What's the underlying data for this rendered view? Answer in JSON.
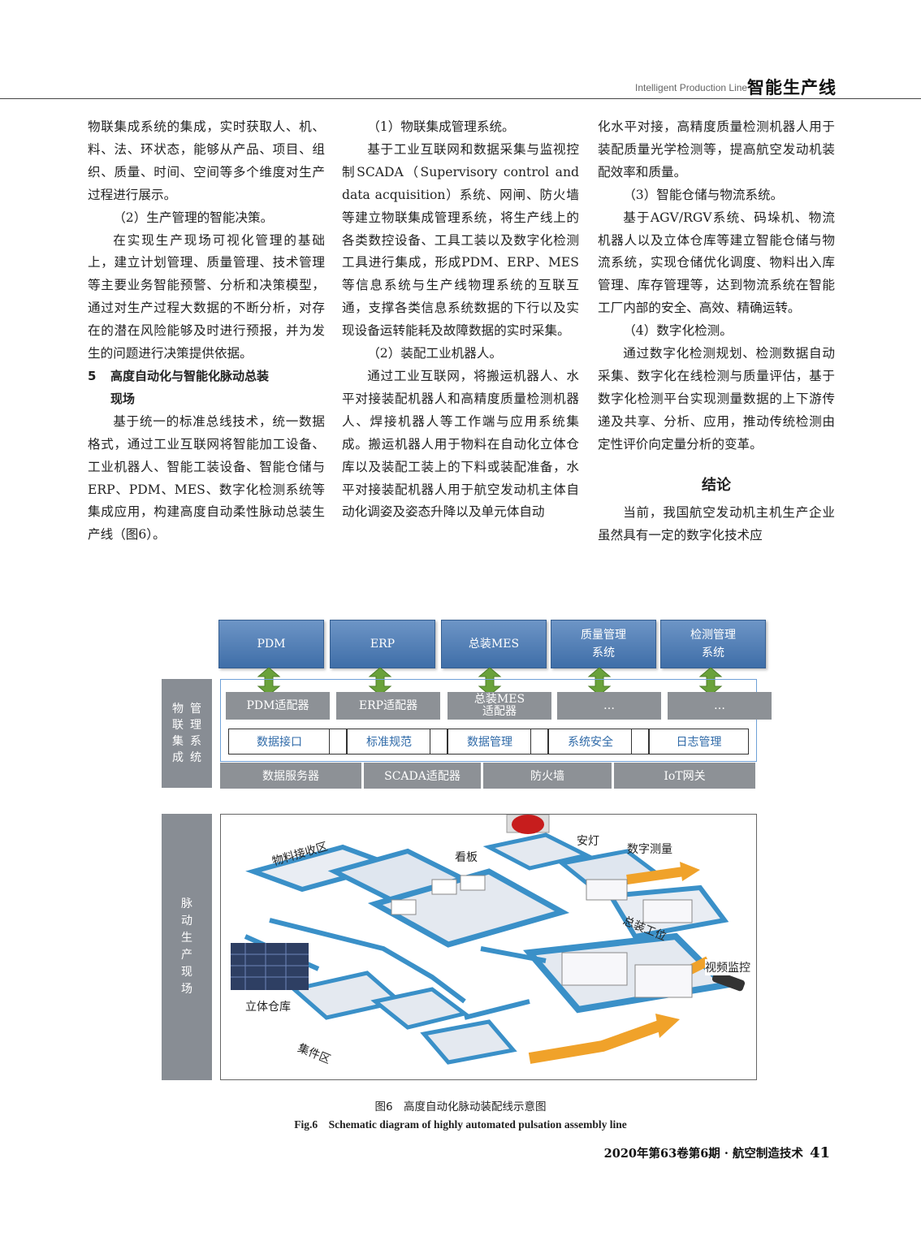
{
  "header": {
    "en": "Intelligent Production Line",
    "zh": "智能生产线"
  },
  "col1": {
    "p1": "物联集成系统的集成，实时获取人、机、料、法、环状态，能够从产品、项目、组织、质量、时间、空间等多个维度对生产过程进行展示。",
    "p2": "（2）生产管理的智能决策。",
    "p3": "在实现生产现场可视化管理的基础上，建立计划管理、质量管理、技术管理等主要业务智能预警、分析和决策模型，通过对生产过程大数据的不断分析，对存在的潜在风险能够及时进行预报，并为发生的问题进行决策提供依据。",
    "sec_num": "5",
    "sec_title_1": "高度自动化与智能化脉动总装",
    "sec_title_2": "现场",
    "p4": "基于统一的标准总线技术，统一数据格式，通过工业互联网将智能加工设备、工业机器人、智能工装设备、智能仓储与ERP、PDM、MES、数字化检测系统等集成应用，构建高度自动柔性脉动总装生产线（图6）。"
  },
  "col2": {
    "p1": "（1）物联集成管理系统。",
    "p2": "基于工业互联网和数据采集与监视控制SCADA（Supervisory control and data acquisition）系统、网闸、防火墙等建立物联集成管理系统，将生产线上的各类数控设备、工具工装以及数字化检测工具进行集成，形成PDM、ERP、MES等信息系统与生产线物理系统的互联互通，支撑各类信息系统数据的下行以及实现设备运转能耗及故障数据的实时采集。",
    "p3": "（2）装配工业机器人。",
    "p4": "通过工业互联网，将搬运机器人、水平对接装配机器人和高精度质量检测机器人、焊接机器人等工作端与应用系统集成。搬运机器人用于物料在自动化立体仓库以及装配工装上的下料或装配准备，水平对接装配机器人用于航空发动机主体自动化调姿及姿态升降以及单元体自动"
  },
  "col3": {
    "p1": "化水平对接，高精度质量检测机器人用于装配质量光学检测等，提高航空发动机装配效率和质量。",
    "p2": "（3）智能仓储与物流系统。",
    "p3": "基于AGV/RGV系统、码垛机、物流机器人以及立体仓库等建立智能仓储与物流系统，实现仓储优化调度、物料出入库管理、库存管理等，达到物流系统在智能工厂内部的安全、高效、精确运转。",
    "p4": "（4）数字化检测。",
    "p5": "通过数字化检测规划、检测数据自动采集、数字化在线检测与质量评估，基于数字化检测平台实现测量数据的上下游传递及共享、分析、应用，推动传统检测由定性评价向定量分析的变革。",
    "concl_title": "结论",
    "p6": "当前，我国航空发动机主机生产企业虽然具有一定的数字化技术应"
  },
  "figure": {
    "systems": [
      "PDM",
      "ERP",
      "总装MES",
      "质量管理系统",
      "检测管理系统"
    ],
    "systems_lines": [
      [
        "PDM"
      ],
      [
        "ERP"
      ],
      [
        "总装MES"
      ],
      [
        "质量管理",
        "系统"
      ],
      [
        "检测管理",
        "系统"
      ]
    ],
    "side_top": [
      "管",
      "物",
      "理",
      "联",
      "系",
      "集",
      "统",
      "成"
    ],
    "adapters": [
      "PDM适配器",
      "ERP适配器",
      "总装MES适配器",
      "…",
      "…"
    ],
    "adapter_mes_1": "总装MES",
    "adapter_mes_2": "适配器",
    "interfaces": [
      "数据接口",
      "标准规范",
      "数据管理",
      "系统安全",
      "日志管理"
    ],
    "bottom": [
      "数据服务器",
      "SCADA适配器",
      "防火墙",
      "IoT网关"
    ],
    "side_bottom": [
      "脉",
      "动",
      "生",
      "产",
      "现",
      "场"
    ],
    "scene_labels": {
      "receive": "物料接收区",
      "board": "看板",
      "lamp": "安灯",
      "measure": "数字测量",
      "station": "总装工位",
      "video": "视频监控",
      "warehouse": "立体仓库",
      "kit": "集件区"
    },
    "colors": {
      "system_box": "#4f7fb8",
      "arrow": "#6aa23b",
      "gray": "#8d9196",
      "platform": "#3a90c8",
      "flow": "#f0a22a"
    }
  },
  "caption": {
    "zh": "图6　高度自动化脉动装配线示意图",
    "en": "Fig.6　Schematic diagram of highly automated pulsation assembly line"
  },
  "footer": {
    "text": "2020年第63卷第6期 · 航空制造技术",
    "page": "41"
  }
}
